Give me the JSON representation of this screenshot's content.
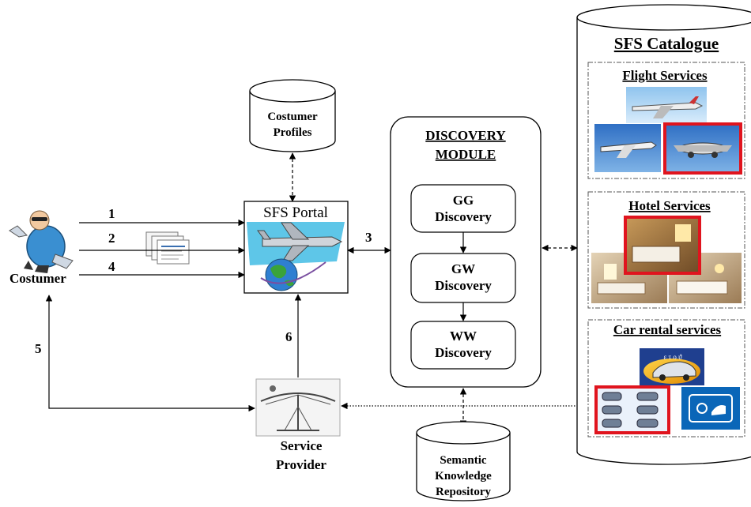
{
  "costumer": {
    "label": "Costumer"
  },
  "portal": {
    "label": "SFS Portal"
  },
  "profiles_db": {
    "line1": "Costumer",
    "line2": "Profiles"
  },
  "discovery": {
    "title_line1": "DISCOVERY",
    "title_line2": "MODULE",
    "steps": [
      {
        "line1": "GG",
        "line2": "Discovery"
      },
      {
        "line1": "GW",
        "line2": "Discovery"
      },
      {
        "line1": "WW",
        "line2": "Discovery"
      }
    ]
  },
  "service_provider": {
    "line1": "Service",
    "line2": "Provider"
  },
  "knowledge_repo": {
    "line1": "Semantic",
    "line2": "Knowledge",
    "line3": "Repository"
  },
  "catalogue": {
    "title": "SFS Catalogue",
    "sections": [
      {
        "title": "Flight Services"
      },
      {
        "title": "Hotel Services"
      },
      {
        "title": "Car rental services"
      }
    ],
    "car_badge": "ε τ ο ϑ"
  },
  "flows": {
    "f1": "1",
    "f2": "2",
    "f3": "3",
    "f4": "4",
    "f5": "5",
    "f6": "6"
  },
  "colors": {
    "highlight": "#e0141e",
    "accent_blue": "#1e73be",
    "globe_green": "#2e8b2e"
  }
}
